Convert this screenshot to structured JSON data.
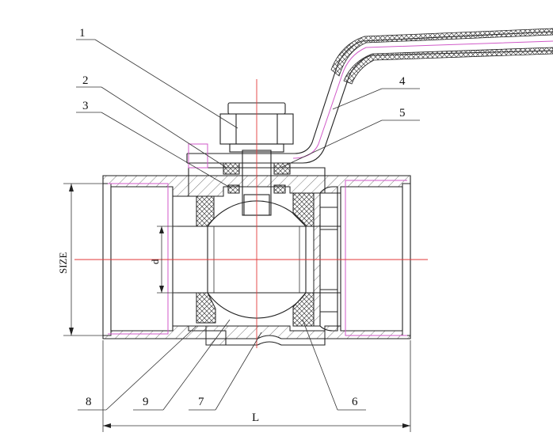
{
  "callouts": [
    "1",
    "2",
    "3",
    "4",
    "5",
    "6",
    "7",
    "8",
    "9"
  ],
  "dimensions": {
    "size": "SIZE",
    "bore": "d",
    "length": "L"
  },
  "colors": {
    "outline": "#222222",
    "centerline": "#e23a3a",
    "thread": "#d05ac8",
    "hatch": "#555555"
  }
}
